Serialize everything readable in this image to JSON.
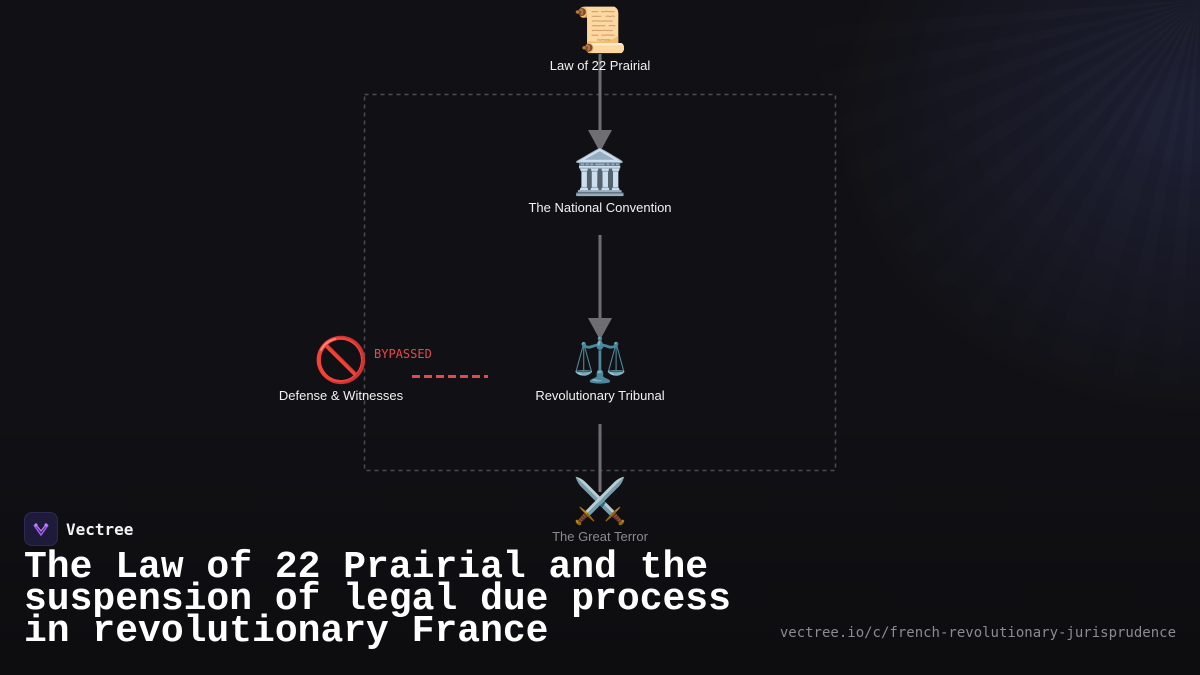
{
  "diagram": {
    "nodes": [
      {
        "id": "law",
        "icon": "📜",
        "icon_name": "scroll-icon",
        "label": "Law of 22 Prairial"
      },
      {
        "id": "convention",
        "icon": "🏛️",
        "icon_name": "classical-building-icon",
        "label": "The National Convention"
      },
      {
        "id": "defense",
        "icon": "🚫",
        "icon_name": "prohibited-icon",
        "label": "Defense & Witnesses"
      },
      {
        "id": "tribunal",
        "icon": "⚖️",
        "icon_name": "scales-icon",
        "label": "Revolutionary Tribunal"
      },
      {
        "id": "terror",
        "icon": "⚔️",
        "icon_name": "crossed-swords-icon",
        "label": "The Great Terror"
      }
    ],
    "edges": [
      {
        "from": "law",
        "to": "convention",
        "style": "solid"
      },
      {
        "from": "convention",
        "to": "tribunal",
        "style": "solid"
      },
      {
        "from": "tribunal",
        "to": "terror",
        "style": "solid"
      },
      {
        "from": "defense",
        "to": "tribunal",
        "style": "dashed",
        "label": "BYPASSED",
        "color": "#e5484d"
      }
    ]
  },
  "brand": {
    "name": "Vectree",
    "logo_icon": "vectree-logo-icon",
    "accent": "#a855f7"
  },
  "title": "The Law of 22 Prairial and the suspension of legal due process in revolutionary France",
  "url": "vectree.io/c/french-revolutionary-jurisprudence"
}
